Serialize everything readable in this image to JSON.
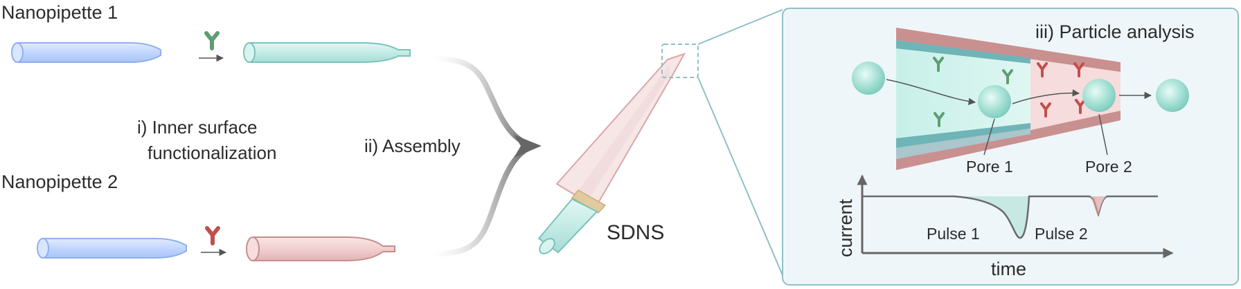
{
  "labels": {
    "nanopipette1": "Nanopipette 1",
    "nanopipette2": "Nanopipette 2",
    "step1_line1": "i)  Inner surface",
    "step1_line2": "functionalization",
    "step2": "ii) Assembly",
    "device": "SDNS",
    "step3": "iii) Particle analysis",
    "pore1": "Pore 1",
    "pore2": "Pore 2",
    "pulse1": "Pulse 1",
    "pulse2": "Pulse 2",
    "y_axis": "current",
    "x_axis": "time"
  },
  "colors": {
    "blue_pipette": "#c9dcff",
    "blue_outline": "#8fb0ea",
    "teal_pipette": "#c9efea",
    "teal_outline": "#7cc2bb",
    "pink_pipette": "#f3d3d3",
    "pink_outline": "#c58d8d",
    "antibody_green": "#5f9d74",
    "antibody_red": "#c0504d",
    "panel_bg": "#eef6f9",
    "panel_border": "#8fbfc7",
    "arrow_grey": "#707070",
    "tape": "#d9c58d"
  },
  "icons": {
    "antibody": "y-shaped-antibody",
    "particle": "sphere-particle",
    "arrow": "arrow-right"
  }
}
